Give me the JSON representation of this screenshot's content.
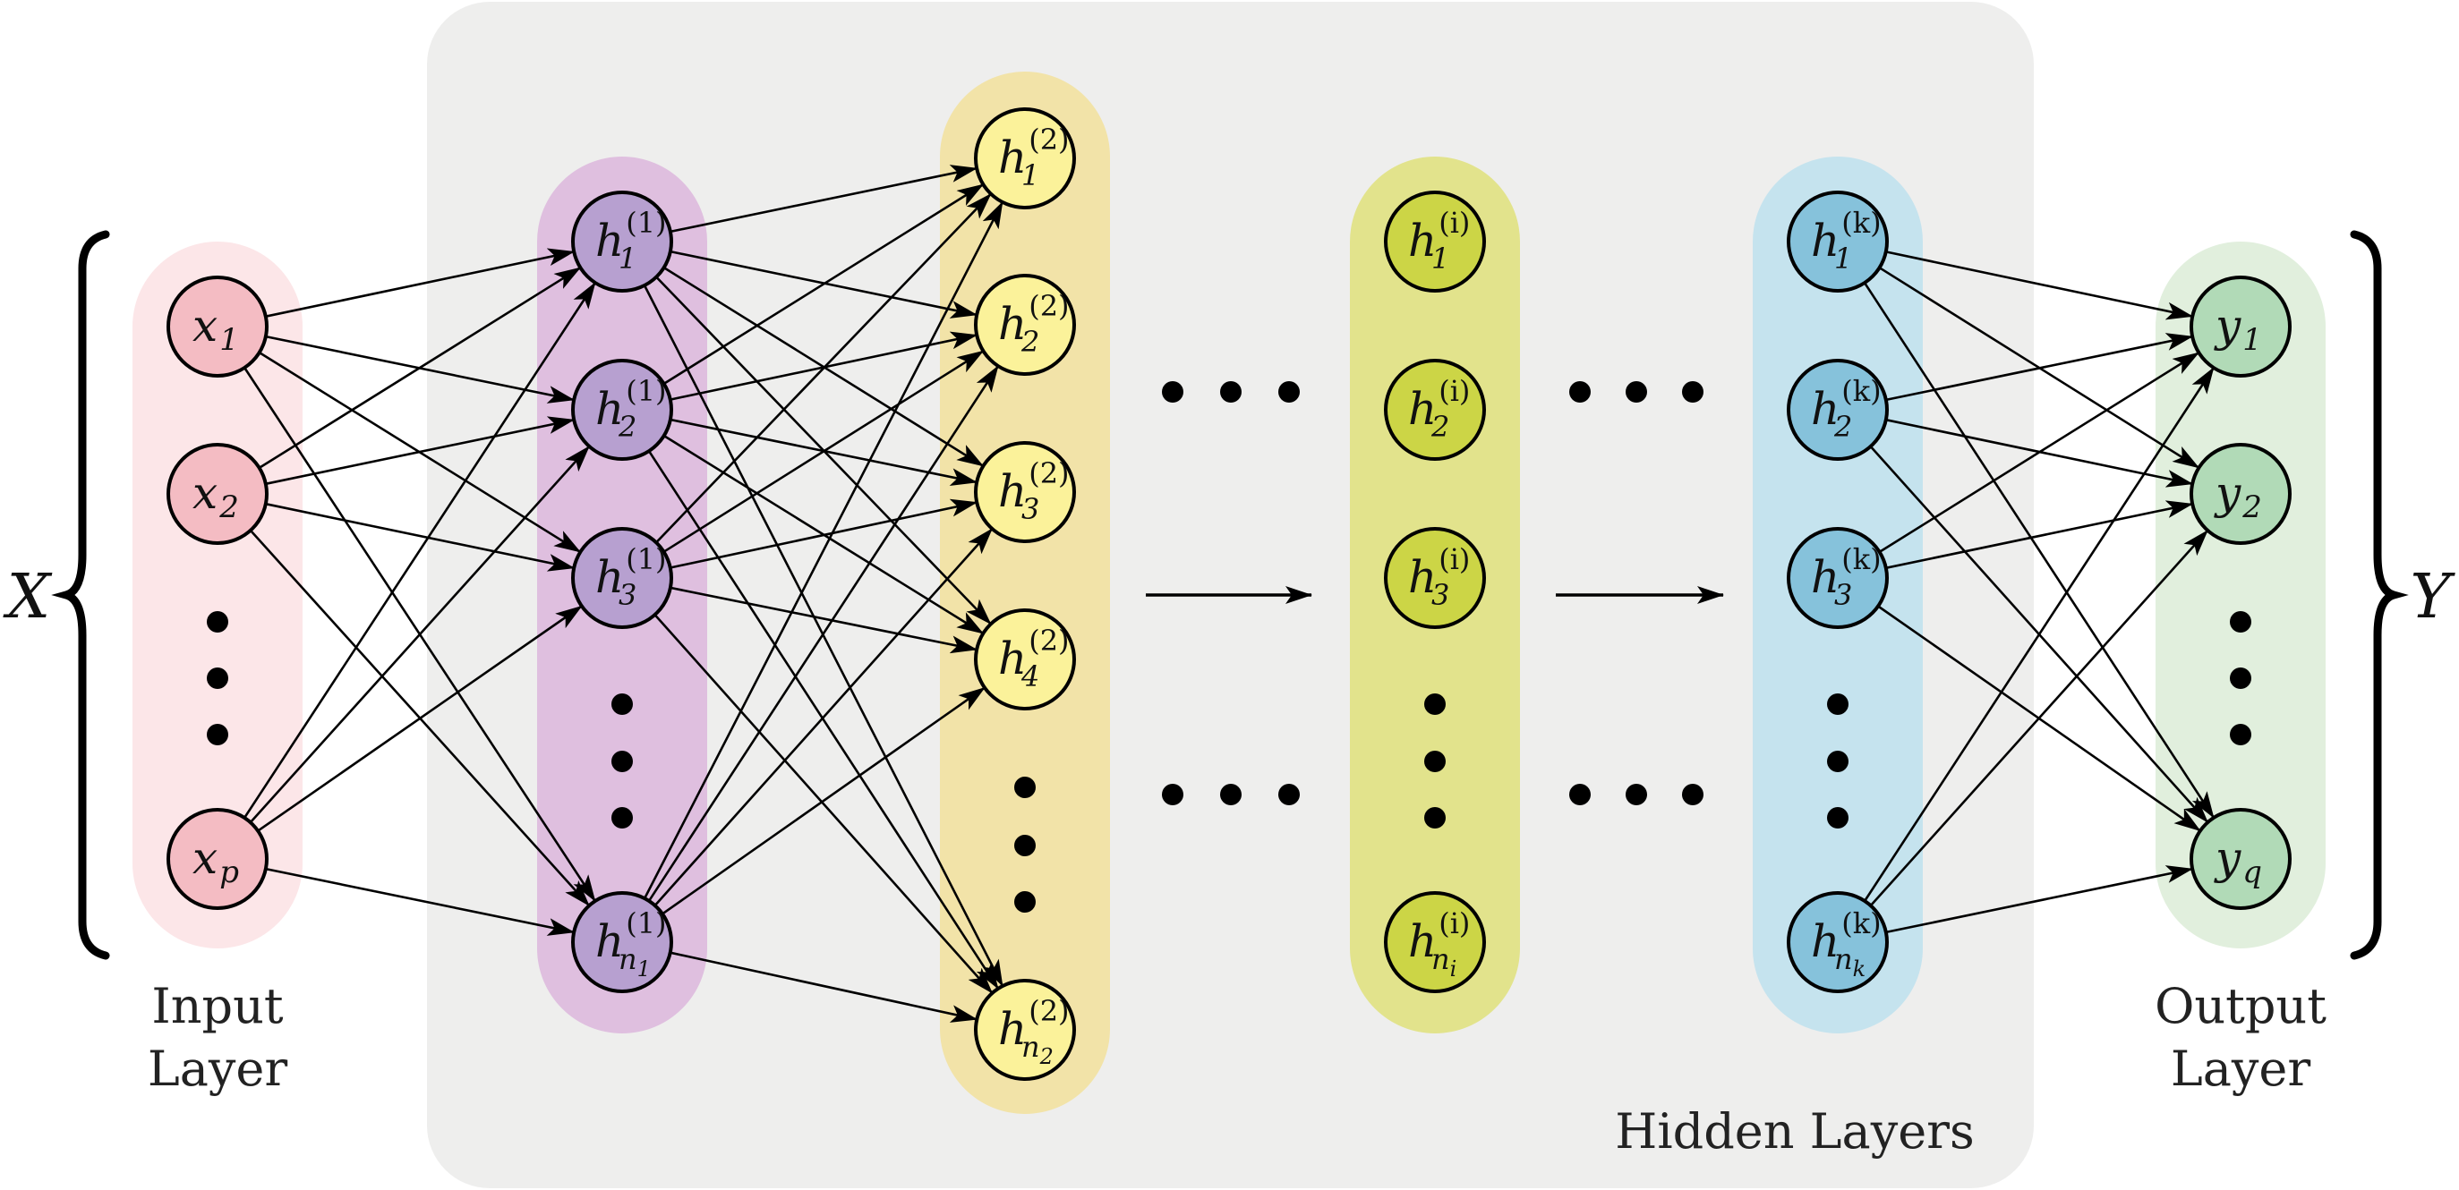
{
  "labels": {
    "input_set": "X",
    "output_set": "Y",
    "input_layer_line1": "Input",
    "input_layer_line2": "Layer",
    "output_layer_line1": "Output",
    "output_layer_line2": "Layer",
    "hidden_layers": "Hidden Layers"
  },
  "colors": {
    "hidden_region_bg": "#eeeeed",
    "input_band": "#fce6e8",
    "input_node": "#f4bcc3",
    "h1_band": "#dfbfdf",
    "h1_node": "#b7a0d0",
    "h2_band": "#f2e3a8",
    "h2_node": "#fbf29a",
    "hi_band": "#e2e38c",
    "hi_node": "#ccd546",
    "hk_band": "#c5e3ee",
    "hk_node": "#86c2db",
    "output_band": "#e1efdd",
    "output_node": "#b1dab7"
  },
  "layers": [
    {
      "id": "input",
      "nodes": [
        {
          "base": "x",
          "sub": "1"
        },
        {
          "base": "x",
          "sub": "2"
        },
        {
          "base": "x",
          "sub": "p"
        }
      ]
    },
    {
      "id": "h1",
      "nodes": [
        {
          "base": "h",
          "sup": "(1)",
          "sub": "1"
        },
        {
          "base": "h",
          "sup": "(1)",
          "sub": "2"
        },
        {
          "base": "h",
          "sup": "(1)",
          "sub": "3"
        },
        {
          "base": "h",
          "sup": "(1)",
          "sub": "n",
          "subsub": "1"
        }
      ]
    },
    {
      "id": "h2",
      "nodes": [
        {
          "base": "h",
          "sup": "(2)",
          "sub": "1"
        },
        {
          "base": "h",
          "sup": "(2)",
          "sub": "2"
        },
        {
          "base": "h",
          "sup": "(2)",
          "sub": "3"
        },
        {
          "base": "h",
          "sup": "(2)",
          "sub": "4"
        },
        {
          "base": "h",
          "sup": "(2)",
          "sub": "n",
          "subsub": "2"
        }
      ]
    },
    {
      "id": "hi",
      "nodes": [
        {
          "base": "h",
          "sup": "(i)",
          "sub": "1"
        },
        {
          "base": "h",
          "sup": "(i)",
          "sub": "2"
        },
        {
          "base": "h",
          "sup": "(i)",
          "sub": "3"
        },
        {
          "base": "h",
          "sup": "(i)",
          "sub": "n",
          "subsub": "i"
        }
      ]
    },
    {
      "id": "hk",
      "nodes": [
        {
          "base": "h",
          "sup": "(k)",
          "sub": "1"
        },
        {
          "base": "h",
          "sup": "(k)",
          "sub": "2"
        },
        {
          "base": "h",
          "sup": "(k)",
          "sub": "3"
        },
        {
          "base": "h",
          "sup": "(k)",
          "sub": "n",
          "subsub": "k"
        }
      ]
    },
    {
      "id": "output",
      "nodes": [
        {
          "base": "y",
          "sub": "1"
        },
        {
          "base": "y",
          "sub": "2"
        },
        {
          "base": "y",
          "sub": "q"
        }
      ]
    }
  ],
  "connections": [
    {
      "from": "input",
      "to": "h1"
    },
    {
      "from": "h1",
      "to": "h2"
    },
    {
      "from": "hk",
      "to": "output"
    }
  ]
}
